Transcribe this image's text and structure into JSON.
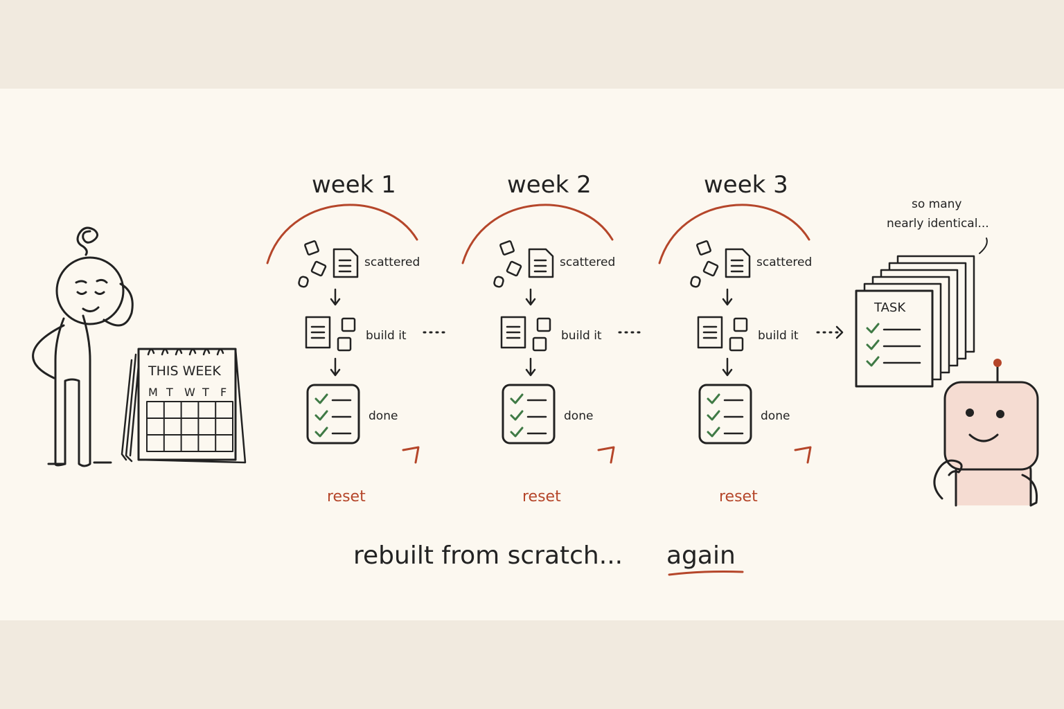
{
  "colors": {
    "background": "#fcf8f0",
    "outer": "#f1eadf",
    "ink": "#222222",
    "accent": "#b5462a",
    "check": "#3f7a45",
    "robot_skin": "#f5dcd2"
  },
  "calendar": {
    "title": "THIS WEEK",
    "days": [
      "M",
      "T",
      "W",
      "T",
      "F"
    ]
  },
  "weeks": [
    {
      "label": "week 1",
      "steps": [
        {
          "label": "scattered",
          "icon": "scattered-notes-icon"
        },
        {
          "label": "build it",
          "icon": "document-blocks-icon"
        },
        {
          "label": "done",
          "icon": "checklist-icon"
        }
      ],
      "loop_label": "reset"
    },
    {
      "label": "week 2",
      "steps": [
        {
          "label": "scattered",
          "icon": "scattered-notes-icon"
        },
        {
          "label": "build it",
          "icon": "document-blocks-icon"
        },
        {
          "label": "done",
          "icon": "checklist-icon"
        }
      ],
      "loop_label": "reset"
    },
    {
      "label": "week 3",
      "steps": [
        {
          "label": "scattered",
          "icon": "scattered-notes-icon"
        },
        {
          "label": "build it",
          "icon": "document-blocks-icon"
        },
        {
          "label": "done",
          "icon": "checklist-icon"
        }
      ],
      "loop_label": "reset"
    }
  ],
  "task_stack": {
    "label": "TASK",
    "speech": [
      "so many",
      "nearly identical..."
    ]
  },
  "caption": {
    "text": "rebuilt from scratch...",
    "emphasis": "again"
  }
}
